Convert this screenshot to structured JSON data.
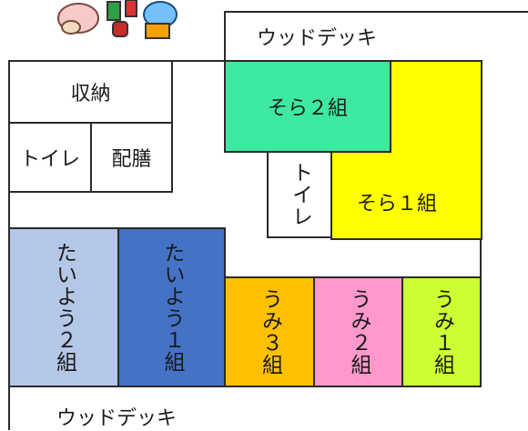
{
  "floor_plan": {
    "wood_deck_top": "ウッドデッキ",
    "wood_deck_bottom": "ウッドデッキ",
    "storage": "収納",
    "toilet_left": "トイレ",
    "serving": "配膳",
    "toilet_right": "トイレ",
    "rooms": {
      "sora2": "そら２組",
      "sora1": "そら１組",
      "taiyou2": "たいよう２組",
      "taiyou1": "たいよう１組",
      "umi3": "うみ３組",
      "umi2": "うみ２組",
      "umi1": "うみ１組"
    }
  },
  "colors": {
    "sora2": "#3de8a0",
    "sora1": "#ffff00",
    "taiyou2": "#b4c7e7",
    "taiyou1": "#4472c4",
    "umi3": "#ffc000",
    "umi2": "#ff99cc",
    "umi1": "#ccff33"
  },
  "illustration": "children-playing-clipart"
}
